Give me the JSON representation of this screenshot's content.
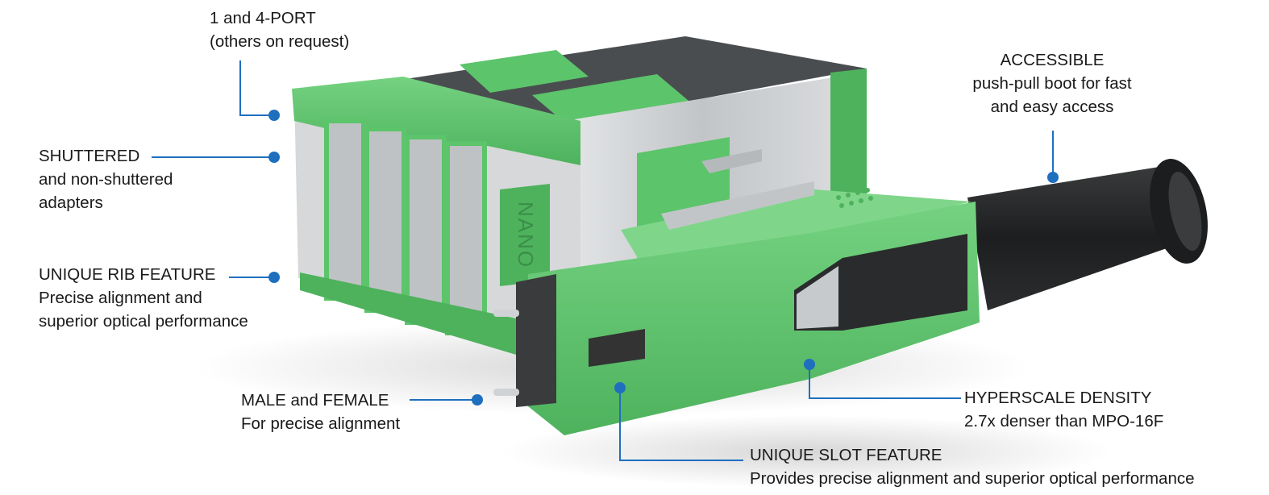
{
  "callouts": {
    "ports": {
      "lines": [
        "1 and 4-PORT",
        "(others on request)"
      ]
    },
    "shuttered": {
      "lines": [
        "SHUTTERED",
        "and non-shuttered",
        "adapters"
      ]
    },
    "rib": {
      "lines": [
        "UNIQUE RIB FEATURE",
        "Precise alignment and",
        "superior optical performance"
      ]
    },
    "accessible": {
      "lines": [
        "ACCESSIBLE",
        "push-pull boot for fast",
        "and easy access"
      ]
    },
    "male_female": {
      "lines": [
        "MALE and FEMALE",
        "For precise alignment"
      ]
    },
    "hyperscale": {
      "lines": [
        "HYPERSCALE DENSITY",
        "2.7x denser than MPO-16F"
      ]
    },
    "slot": {
      "lines": [
        "UNIQUE SLOT FEATURE",
        "Provides precise alignment and superior optical performance"
      ]
    }
  },
  "product": {
    "housing_marking": "NANO"
  },
  "colors": {
    "green": "#5cc46a",
    "green_dark": "#3f9e4e",
    "green_light": "#7fd68a",
    "metal": "#c9cccf",
    "dark_band": "#4a4d50",
    "boot_black": "#232425",
    "leader_blue": "#1f6fbf"
  }
}
